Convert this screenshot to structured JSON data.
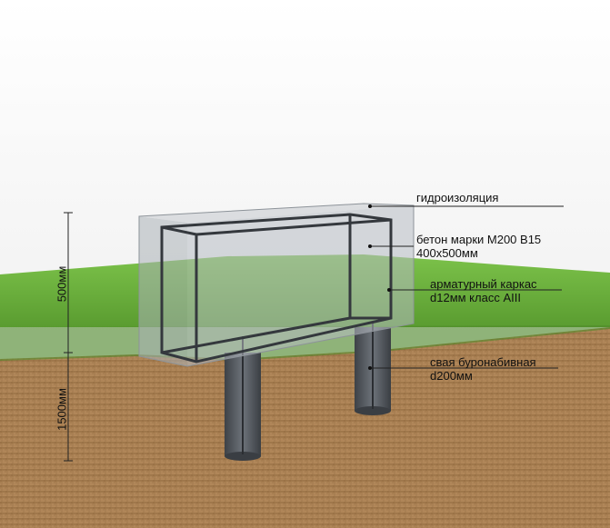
{
  "callouts": {
    "waterproofing": "гидроизоляция",
    "concrete_line1": "бетон марки М200 В15",
    "concrete_line2": "400х500мм",
    "rebar_line1": "арматурный каркас",
    "rebar_line2": "d12мм класс АIII",
    "pile_line1": "свая буронабивная",
    "pile_line2": "d200мм"
  },
  "dimensions": {
    "upper": "500мм",
    "lower": "1500мм"
  },
  "colors": {
    "sky": "#f2f2f2",
    "grass": "#6bb83a",
    "soil": "#a67c4f",
    "concrete_glass": "#b9bec4",
    "rebar": "#3c3f44",
    "pile": "#555a60"
  }
}
